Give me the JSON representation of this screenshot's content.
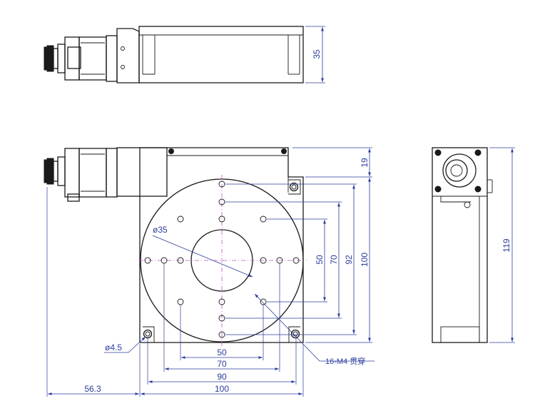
{
  "dimensions": {
    "top_height": "35",
    "right_top_offset": "19",
    "right_100": "100",
    "right_92": "92",
    "right_70": "70",
    "right_50": "50",
    "side_height": "119",
    "bottom_50": "50",
    "bottom_70": "70",
    "bottom_90": "90",
    "bottom_100": "100",
    "bottom_offset": "56.3",
    "bore_diameter": "ø35",
    "mount_hole": "ø4.5",
    "thread_note": "16-M4 贯穿"
  },
  "colors": {
    "outline": "#1a1a1a",
    "dimension": "#2b3d9c",
    "centerline": "#c050c0"
  }
}
